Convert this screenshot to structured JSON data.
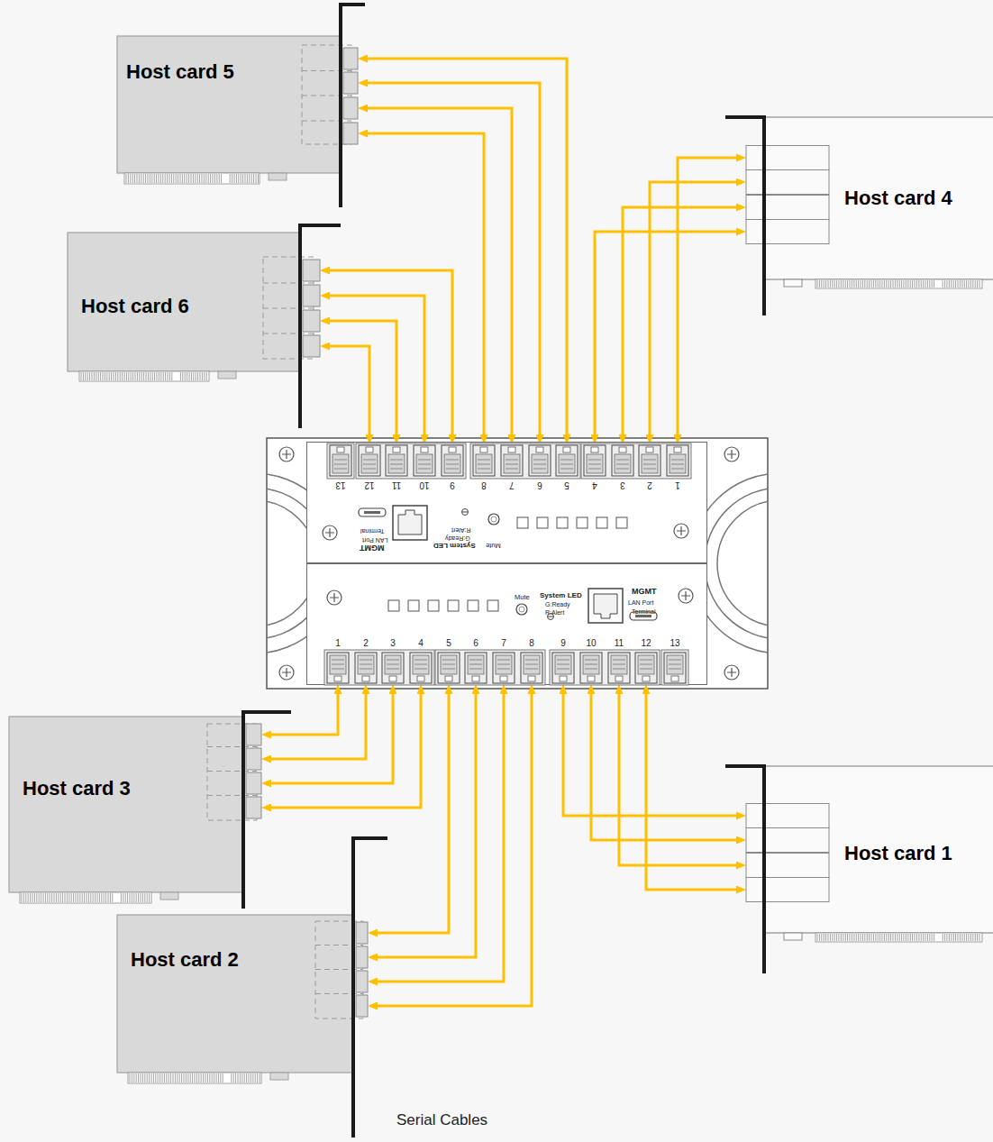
{
  "diagram": {
    "nodes": [
      {
        "text": [
          "Host card 5"
        ]
      },
      {
        "text": [
          "Host card 4"
        ]
      },
      {
        "text": [
          "Host card 6"
        ]
      },
      {
        "text": [
          "Mute",
          "System LED",
          "G:Ready",
          "R:Alert",
          "MGMT",
          "LAN Port",
          "Terminal"
        ]
      },
      {
        "text": [
          "13"
        ],
        "in": 3
      },
      {
        "text": [
          "12"
        ],
        "in": 3
      },
      {
        "text": [
          "11"
        ],
        "in": 3
      },
      {
        "text": [
          "10"
        ],
        "in": 3
      },
      {
        "text": [
          "9"
        ],
        "in": 3
      },
      {
        "text": [
          "8"
        ],
        "in": 3
      },
      {
        "text": [
          "7"
        ],
        "in": 3
      },
      {
        "text": [
          "6"
        ],
        "in": 3
      },
      {
        "text": [
          "5"
        ],
        "in": 3
      },
      {
        "text": [
          "4"
        ],
        "in": 3
      },
      {
        "text": [
          "3"
        ],
        "in": 3
      },
      {
        "text": [
          "2"
        ],
        "in": 3
      },
      {
        "text": [
          "1"
        ],
        "in": 3
      },
      {
        "text": [
          "Mute",
          "System LED",
          "G:Ready",
          "R:Alert",
          "MGMT",
          "LAN Port",
          "Terminal"
        ]
      },
      {
        "text": [
          "1"
        ],
        "in": 17
      },
      {
        "text": [
          "2"
        ],
        "in": 17
      },
      {
        "text": [
          "3"
        ],
        "in": 17
      },
      {
        "text": [
          "4"
        ],
        "in": 17
      },
      {
        "text": [
          "5"
        ],
        "in": 17
      },
      {
        "text": [
          "6"
        ],
        "in": 17
      },
      {
        "text": [
          "7"
        ],
        "in": 17
      },
      {
        "text": [
          "8"
        ],
        "in": 17
      },
      {
        "text": [
          "9"
        ],
        "in": 17
      },
      {
        "text": [
          "10"
        ],
        "in": 17
      },
      {
        "text": [
          "11"
        ],
        "in": 17
      },
      {
        "text": [
          "12"
        ],
        "in": 17
      },
      {
        "text": [
          "13"
        ],
        "in": 17
      },
      {
        "text": [
          "Host card 3"
        ]
      },
      {
        "text": [
          "Host card 1"
        ]
      },
      {
        "text": [
          "Host card 2"
        ]
      }
    ],
    "edges": [
      {
        "from": 12,
        "to": 0,
        "arrow": "both"
      },
      {
        "from": 11,
        "to": 0,
        "arrow": "both"
      },
      {
        "from": 10,
        "to": 0,
        "arrow": "both"
      },
      {
        "from": 9,
        "to": 0,
        "arrow": "both"
      },
      {
        "from": 16,
        "to": 1,
        "arrow": "both"
      },
      {
        "from": 15,
        "to": 1,
        "arrow": "both"
      },
      {
        "from": 14,
        "to": 1,
        "arrow": "both"
      },
      {
        "from": 13,
        "to": 1,
        "arrow": "both"
      },
      {
        "from": 8,
        "to": 2,
        "arrow": "both"
      },
      {
        "from": 7,
        "to": 2,
        "arrow": "both"
      },
      {
        "from": 6,
        "to": 2,
        "arrow": "both"
      },
      {
        "from": 5,
        "to": 2,
        "arrow": "both"
      },
      {
        "from": 18,
        "to": 31,
        "arrow": "both"
      },
      {
        "from": 19,
        "to": 31,
        "arrow": "both"
      },
      {
        "from": 20,
        "to": 31,
        "arrow": "both"
      },
      {
        "from": 21,
        "to": 31,
        "arrow": "both"
      },
      {
        "from": 26,
        "to": 32,
        "arrow": "both"
      },
      {
        "from": 27,
        "to": 32,
        "arrow": "both"
      },
      {
        "from": 28,
        "to": 32,
        "arrow": "both"
      },
      {
        "from": 29,
        "to": 32,
        "arrow": "both"
      },
      {
        "from": 22,
        "to": 33,
        "arrow": "both"
      },
      {
        "from": 23,
        "to": 33,
        "arrow": "both"
      },
      {
        "from": 24,
        "to": 33,
        "arrow": "both"
      },
      {
        "from": 25,
        "to": 33,
        "arrow": "both"
      }
    ],
    "labels": [
      "Serial Cables"
    ]
  }
}
